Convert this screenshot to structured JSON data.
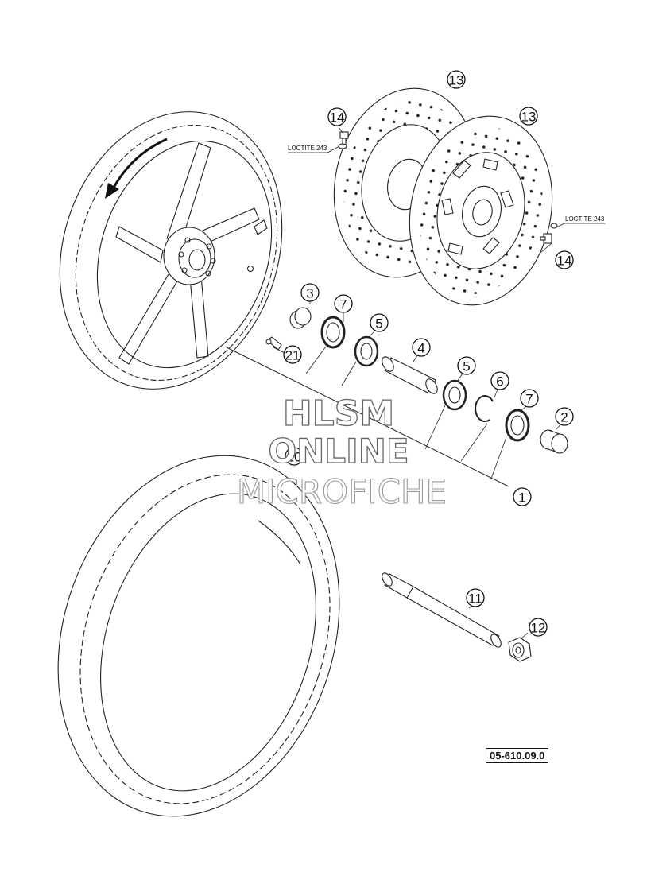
{
  "callouts": {
    "c1": "1",
    "c2": "2",
    "c3": "3",
    "c4": "4",
    "c5a": "5",
    "c5b": "5",
    "c6": "6",
    "c7a": "7",
    "c7b": "7",
    "c11": "11",
    "c12": "12",
    "c13a": "13",
    "c13b": "13",
    "c14a": "14",
    "c14b": "14",
    "c20": "20",
    "c21": "21"
  },
  "notes": {
    "loctite_upper": "LOCTITE 243",
    "loctite_lower": "LOCTITE 243"
  },
  "watermark": {
    "line1": "HLSM",
    "line2": "ONLINE",
    "line3": "MICROFICHE"
  },
  "drawing_number": "05-610.09.0"
}
